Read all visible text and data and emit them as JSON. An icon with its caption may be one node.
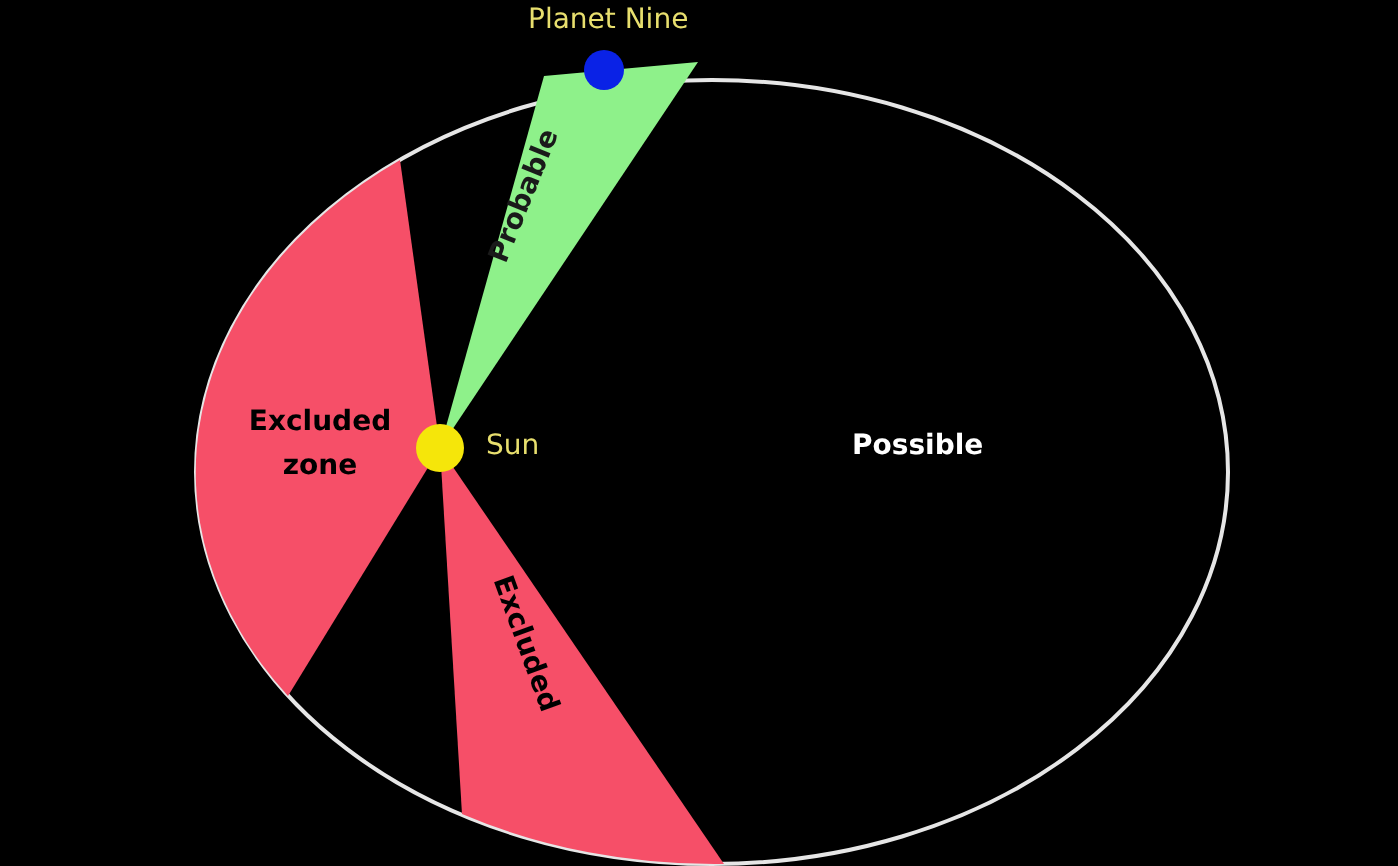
{
  "diagram": {
    "nodes": [
      {
        "text": [],
        "shape": "circle",
        "beside": [
          "Planet Nine"
        ]
      },
      {
        "text": [
          "Possible"
        ]
      },
      {
        "text": [
          "Probable"
        ],
        "in": 1
      },
      {
        "text": [
          "Excluded zone"
        ],
        "in": 1
      },
      {
        "text": [
          "Excluded"
        ],
        "in": 1
      },
      {
        "text": [],
        "shape": "circle",
        "in": 1
      }
    ],
    "labels": [
      "Sun"
    ]
  }
}
